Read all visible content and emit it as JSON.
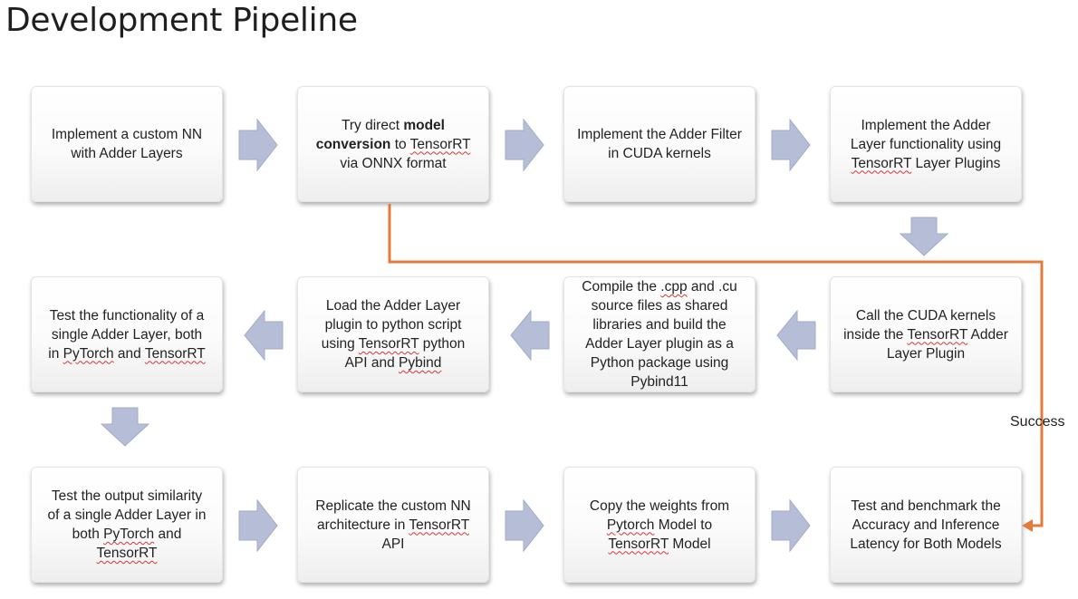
{
  "title": "Development Pipeline",
  "success_label": "Success",
  "steps": [
    {
      "id": "s1",
      "text": "Implement a custom NN with Adder Layers"
    },
    {
      "id": "s2",
      "text": "Try direct **model conversion** to ~TensorRT~ via ONNX format"
    },
    {
      "id": "s3",
      "text": "Implement the Adder Filter in CUDA kernels"
    },
    {
      "id": "s4",
      "text": "Implement the Adder Layer functionality using ~TensorRT~ Layer Plugins"
    },
    {
      "id": "s5",
      "text": "Call the CUDA kernels inside the ~TensorRT~ Adder Layer Plugin"
    },
    {
      "id": "s6",
      "text": "Compile the ~.cpp~ and .cu source files as shared libraries and build the Adder Layer plugin as a Python package using Pybind11"
    },
    {
      "id": "s7",
      "text": "Load the Adder Layer plugin to python script using ~TensorRT~ python API and ~Pybind~"
    },
    {
      "id": "s8",
      "text": "Test the functionality of a single Adder Layer, both in ~PyTorch~ and ~TensorRT~"
    },
    {
      "id": "s9",
      "text": "Test the output similarity of a single Adder Layer in both ~PyTorch~ and ~TensorRT~"
    },
    {
      "id": "s10",
      "text": "Replicate the custom NN architecture in ~TensorRT~ API"
    },
    {
      "id": "s11",
      "text": "Copy the weights from ~Pytorch~ Model to ~TensorRT~ Model"
    },
    {
      "id": "s12",
      "text": "Test and benchmark the Accuracy and Inference Latency for Both Models"
    }
  ],
  "colors": {
    "success_path": "#e47a3b",
    "chevron_fill": "#b6bdd6"
  }
}
